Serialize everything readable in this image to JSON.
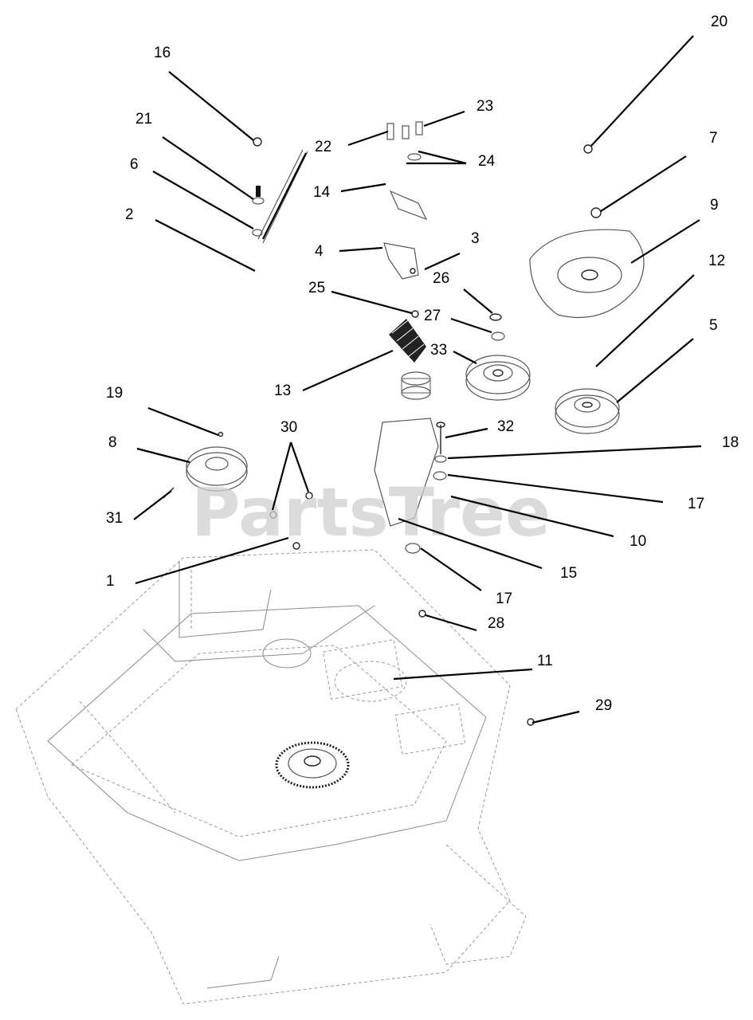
{
  "watermark": "PartsTree",
  "callouts": [
    {
      "id": "c1",
      "label": "1"
    },
    {
      "id": "c2",
      "label": "2"
    },
    {
      "id": "c3",
      "label": "3"
    },
    {
      "id": "c4",
      "label": "4"
    },
    {
      "id": "c5",
      "label": "5"
    },
    {
      "id": "c6",
      "label": "6"
    },
    {
      "id": "c7",
      "label": "7"
    },
    {
      "id": "c8",
      "label": "8"
    },
    {
      "id": "c9",
      "label": "9"
    },
    {
      "id": "c10",
      "label": "10"
    },
    {
      "id": "c11",
      "label": "11"
    },
    {
      "id": "c12",
      "label": "12"
    },
    {
      "id": "c13",
      "label": "13"
    },
    {
      "id": "c14",
      "label": "14"
    },
    {
      "id": "c15",
      "label": "15"
    },
    {
      "id": "c16",
      "label": "16"
    },
    {
      "id": "c17a",
      "label": "17"
    },
    {
      "id": "c17b",
      "label": "17"
    },
    {
      "id": "c18",
      "label": "18"
    },
    {
      "id": "c19",
      "label": "19"
    },
    {
      "id": "c20",
      "label": "20"
    },
    {
      "id": "c21",
      "label": "21"
    },
    {
      "id": "c22",
      "label": "22"
    },
    {
      "id": "c23",
      "label": "23"
    },
    {
      "id": "c24",
      "label": "24"
    },
    {
      "id": "c25",
      "label": "25"
    },
    {
      "id": "c26",
      "label": "26"
    },
    {
      "id": "c27",
      "label": "27"
    },
    {
      "id": "c28",
      "label": "28"
    },
    {
      "id": "c29",
      "label": "29"
    },
    {
      "id": "c30",
      "label": "30"
    },
    {
      "id": "c31",
      "label": "31"
    },
    {
      "id": "c32",
      "label": "32"
    },
    {
      "id": "c33",
      "label": "33"
    }
  ]
}
